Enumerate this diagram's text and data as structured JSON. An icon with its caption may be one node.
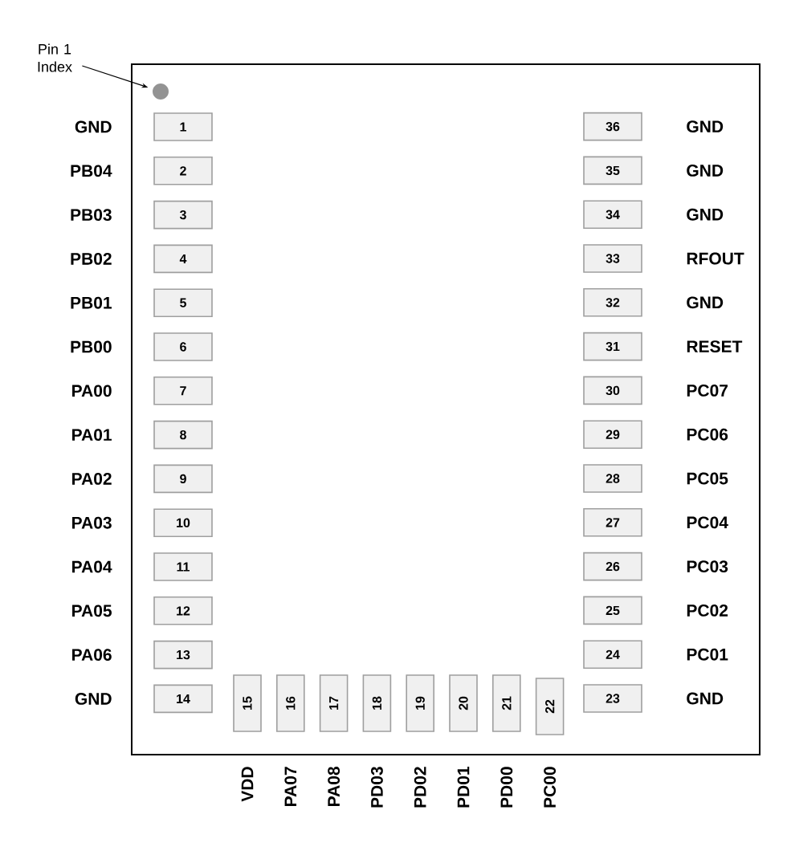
{
  "diagram": {
    "nodes": [
      {
        "text": [
          "Pin 1 Index"
        ]
      },
      {
        "text": [],
        "shape": "box"
      },
      {
        "text": [],
        "shape": "circle",
        "in": 1
      },
      {
        "text": [
          "1"
        ],
        "in": 1,
        "beside": [
          "GND"
        ]
      },
      {
        "text": [
          "2"
        ],
        "in": 1,
        "beside": [
          "PB04"
        ]
      },
      {
        "text": [
          "3"
        ],
        "in": 1,
        "beside": [
          "PB03"
        ]
      },
      {
        "text": [
          "4"
        ],
        "in": 1,
        "beside": [
          "PB02"
        ]
      },
      {
        "text": [
          "5"
        ],
        "in": 1,
        "beside": [
          "PB01"
        ]
      },
      {
        "text": [
          "6"
        ],
        "in": 1,
        "beside": [
          "PB00"
        ]
      },
      {
        "text": [
          "7"
        ],
        "in": 1,
        "beside": [
          "PA00"
        ]
      },
      {
        "text": [
          "8"
        ],
        "in": 1,
        "beside": [
          "PA01"
        ]
      },
      {
        "text": [
          "9"
        ],
        "in": 1,
        "beside": [
          "PA02"
        ]
      },
      {
        "text": [
          "10"
        ],
        "in": 1,
        "beside": [
          "PA03"
        ]
      },
      {
        "text": [
          "11"
        ],
        "in": 1,
        "beside": [
          "PA04"
        ]
      },
      {
        "text": [
          "12"
        ],
        "in": 1,
        "beside": [
          "PA05"
        ]
      },
      {
        "text": [
          "13"
        ],
        "in": 1,
        "beside": [
          "PA06"
        ]
      },
      {
        "text": [
          "14"
        ],
        "in": 1,
        "beside": [
          "GND"
        ]
      },
      {
        "text": [
          "15"
        ],
        "in": 1,
        "beside": [
          "VDD"
        ]
      },
      {
        "text": [
          "16"
        ],
        "in": 1,
        "beside": [
          "PA07"
        ]
      },
      {
        "text": [
          "17"
        ],
        "in": 1,
        "beside": [
          "PA08"
        ]
      },
      {
        "text": [
          "18"
        ],
        "in": 1,
        "beside": [
          "PD03"
        ]
      },
      {
        "text": [
          "19"
        ],
        "in": 1,
        "beside": [
          "PD02"
        ]
      },
      {
        "text": [
          "20"
        ],
        "in": 1,
        "beside": [
          "PD01"
        ]
      },
      {
        "text": [
          "21"
        ],
        "in": 1,
        "beside": [
          "PD00"
        ]
      },
      {
        "text": [
          "22"
        ],
        "in": 1,
        "beside": [
          "PC00"
        ]
      },
      {
        "text": [
          "23"
        ],
        "in": 1,
        "beside": [
          "GND"
        ]
      },
      {
        "text": [
          "24"
        ],
        "in": 1,
        "beside": [
          "PC01"
        ]
      },
      {
        "text": [
          "25"
        ],
        "in": 1,
        "beside": [
          "PC02"
        ]
      },
      {
        "text": [
          "26"
        ],
        "in": 1,
        "beside": [
          "PC03"
        ]
      },
      {
        "text": [
          "27"
        ],
        "in": 1,
        "beside": [
          "PC04"
        ]
      },
      {
        "text": [
          "28"
        ],
        "in": 1,
        "beside": [
          "PC05"
        ]
      },
      {
        "text": [
          "29"
        ],
        "in": 1,
        "beside": [
          "PC06"
        ]
      },
      {
        "text": [
          "30"
        ],
        "in": 1,
        "beside": [
          "PC07"
        ]
      },
      {
        "text": [
          "31"
        ],
        "in": 1,
        "beside": [
          "RESET"
        ]
      },
      {
        "text": [
          "32"
        ],
        "in": 1,
        "beside": [
          "GND"
        ]
      },
      {
        "text": [
          "33"
        ],
        "in": 1,
        "beside": [
          "RFOUT"
        ]
      },
      {
        "text": [
          "34"
        ],
        "in": 1,
        "beside": [
          "GND"
        ]
      },
      {
        "text": [
          "35"
        ],
        "in": 1,
        "beside": [
          "GND"
        ]
      },
      {
        "text": [
          "36"
        ],
        "in": 1,
        "beside": [
          "GND"
        ]
      }
    ],
    "edges": [
      {
        "from": 0,
        "to": 2,
        "arrow": "to"
      }
    ]
  }
}
